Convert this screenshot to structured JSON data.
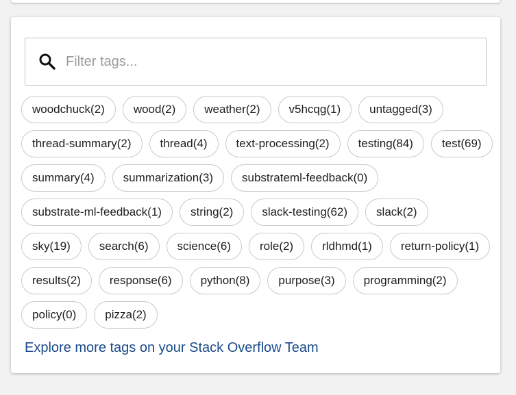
{
  "filter": {
    "placeholder": "Filter tags...",
    "value": ""
  },
  "tags": [
    "woodchuck(2)",
    "wood(2)",
    "weather(2)",
    "v5hcqg(1)",
    "untagged(3)",
    "thread-summary(2)",
    "thread(4)",
    "text-processing(2)",
    "testing(84)",
    "test(69)",
    "summary(4)",
    "summarization(3)",
    "substrateml-feedback(0)",
    "substrate-ml-feedback(1)",
    "string(2)",
    "slack-testing(62)",
    "slack(2)",
    "sky(19)",
    "search(6)",
    "science(6)",
    "role(2)",
    "rldhmd(1)",
    "return-policy(1)",
    "results(2)",
    "response(6)",
    "python(8)",
    "purpose(3)",
    "programming(2)",
    "policy(0)",
    "pizza(2)"
  ],
  "explore_link": "Explore more tags on your Stack Overflow Team",
  "colors": {
    "link": "#1a4a8a",
    "tag_border": "#c9c9c9",
    "background": "#f2f2f2"
  }
}
